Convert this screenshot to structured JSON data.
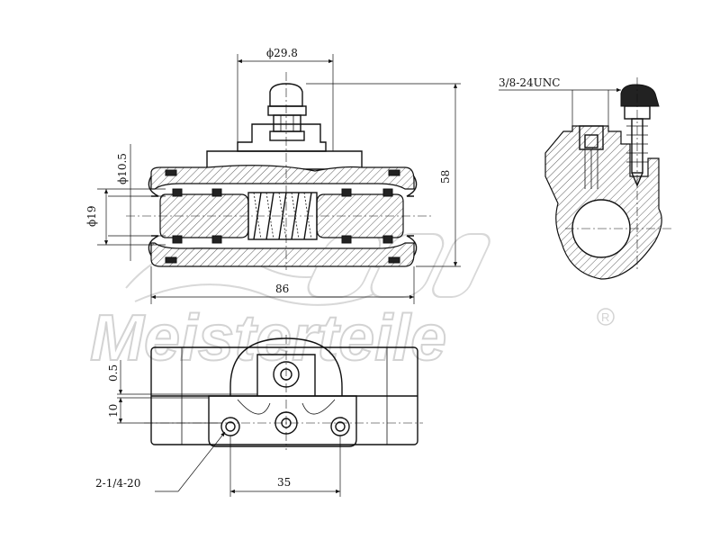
{
  "drawing": {
    "dimensions": {
      "bore_diameter": "ϕ29.8",
      "piston_diameter": "ϕ19",
      "small_diameter": "ϕ10.5",
      "overall_length": "86",
      "overall_height": "58",
      "bleeder_thread": "3/8-24UNC",
      "offset_small": "0.5",
      "offset_large": "10",
      "mount_bolts": "2-1/4-20",
      "bolt_spacing": "35"
    },
    "watermark": {
      "brand": "Meisterteile",
      "symbol": "R"
    }
  }
}
